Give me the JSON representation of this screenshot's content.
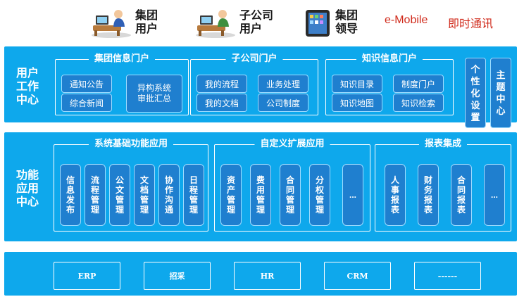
{
  "top_bar": {
    "users": [
      {
        "label": "集团\n用户",
        "icon": "desk-user-icon"
      },
      {
        "label": "子公司\n用户",
        "icon": "desk-user-icon"
      },
      {
        "label": "集团\n领导",
        "icon": "tablet-icon"
      }
    ],
    "links": [
      "e-Mobile",
      "即时通讯"
    ]
  },
  "user_center": {
    "title": "用户\n工作\n中心",
    "groups": [
      {
        "title": "集团信息门户",
        "items": [
          "通知公告",
          "综合新闻",
          "异构系统\n审批汇总"
        ]
      },
      {
        "title": "子公司门户",
        "items": [
          "我的流程",
          "业务处理",
          "我的文档",
          "公司制度"
        ]
      },
      {
        "title": "知识信息门户",
        "items": [
          "知识目录",
          "制度门户",
          "知识地图",
          "知识检索"
        ]
      }
    ],
    "side_items": [
      "个\n性\n化\n设\n置",
      "主\n题\n中\n心"
    ]
  },
  "function_center": {
    "title": "功能\n应用\n中心",
    "groups": [
      {
        "title": "系统基础功能应用",
        "items": [
          "信\n息\n发\n布",
          "流\n程\n管\n理",
          "公\n文\n管\n理",
          "文\n档\n管\n理",
          "协\n作\n沟\n通",
          "日\n程\n管\n理"
        ]
      },
      {
        "title": "自定义扩展应用",
        "items": [
          "资\n产\n管\n理",
          "费\n用\n管\n理",
          "合\n同\n管\n理",
          "分\n权\n管\n理",
          "..."
        ]
      },
      {
        "title": "报表集成",
        "items": [
          "人\n事\n报\n表",
          "财\n务\n报\n表",
          "合\n同\n报\n表",
          "..."
        ]
      }
    ]
  },
  "systems_band": {
    "items": [
      "ERP",
      "招采",
      "HR",
      "CRM",
      "------"
    ]
  },
  "colors": {
    "band": "#0ea8ec",
    "button": "#1f7fcf",
    "button_border": "#9fdcff",
    "link": "#d02a1b"
  }
}
